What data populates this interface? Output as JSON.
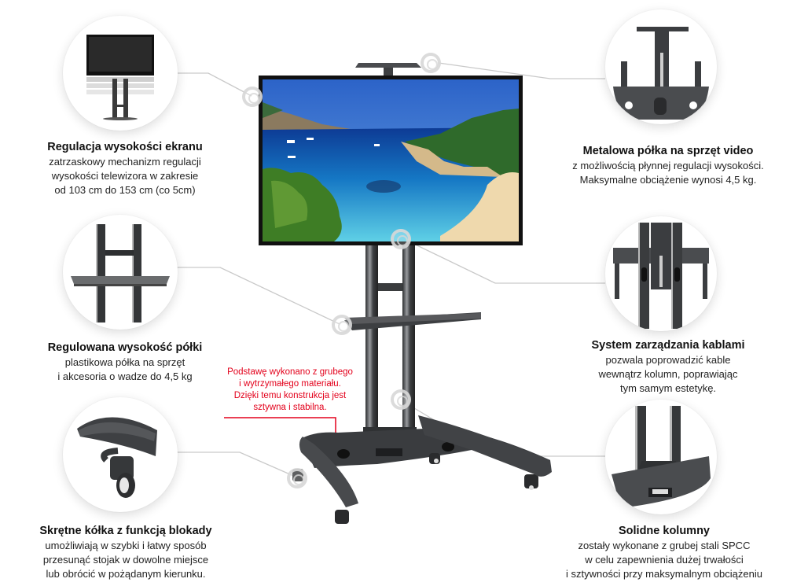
{
  "features": [
    {
      "id": "screen-height",
      "title": "Regulacja wysokości ekranu",
      "desc": [
        "zatrzaskowy mechanizm regulacji",
        "wysokości telewizora w zakresie",
        "od 103 cm do 153 cm (co 5cm)"
      ]
    },
    {
      "id": "video-shelf",
      "title": "Metalowa półka na sprzęt video",
      "desc": [
        "z możliwością płynnej regulacji wysokości.",
        "Maksymalne obciążenie wynosi 4,5 kg."
      ]
    },
    {
      "id": "shelf-height",
      "title": "Regulowana wysokość półki",
      "desc": [
        "plastikowa półka na sprzęt",
        "i akcesoria o wadze do 4,5 kg"
      ]
    },
    {
      "id": "cable-management",
      "title": "System zarządzania kablami",
      "desc": [
        "pozwala poprowadzić kable",
        "wewnątrz kolumn, poprawiając",
        "tym samym estetykę."
      ]
    },
    {
      "id": "swivel-wheels",
      "title": "Skrętne kółka z funkcją blokady",
      "desc": [
        "umożliwiają w szybki i łatwy sposób",
        "przesunąć stojak w dowolne miejsce",
        "lub obrócić w pożądanym kierunku."
      ]
    },
    {
      "id": "solid-columns",
      "title": "Solidne kolumny",
      "desc": [
        "zostały wykonane z grubej stali SPCC",
        "w celu zapewnienia dużej trwałości",
        "i sztywności przy maksymalnym obciążeniu"
      ]
    }
  ],
  "base_note": {
    "lines": [
      "Podstawę wykonano z grubego",
      "i wytrzymałego materiału.",
      "Dzięki temu konstrukcja jest",
      "sztywna i stabilna."
    ],
    "color": "#e3001b"
  },
  "colors": {
    "connector": "#c8c8c8",
    "accent_red": "#e3001b",
    "metal_dark": "#3a3c3e",
    "metal_light": "#8a8d90"
  }
}
